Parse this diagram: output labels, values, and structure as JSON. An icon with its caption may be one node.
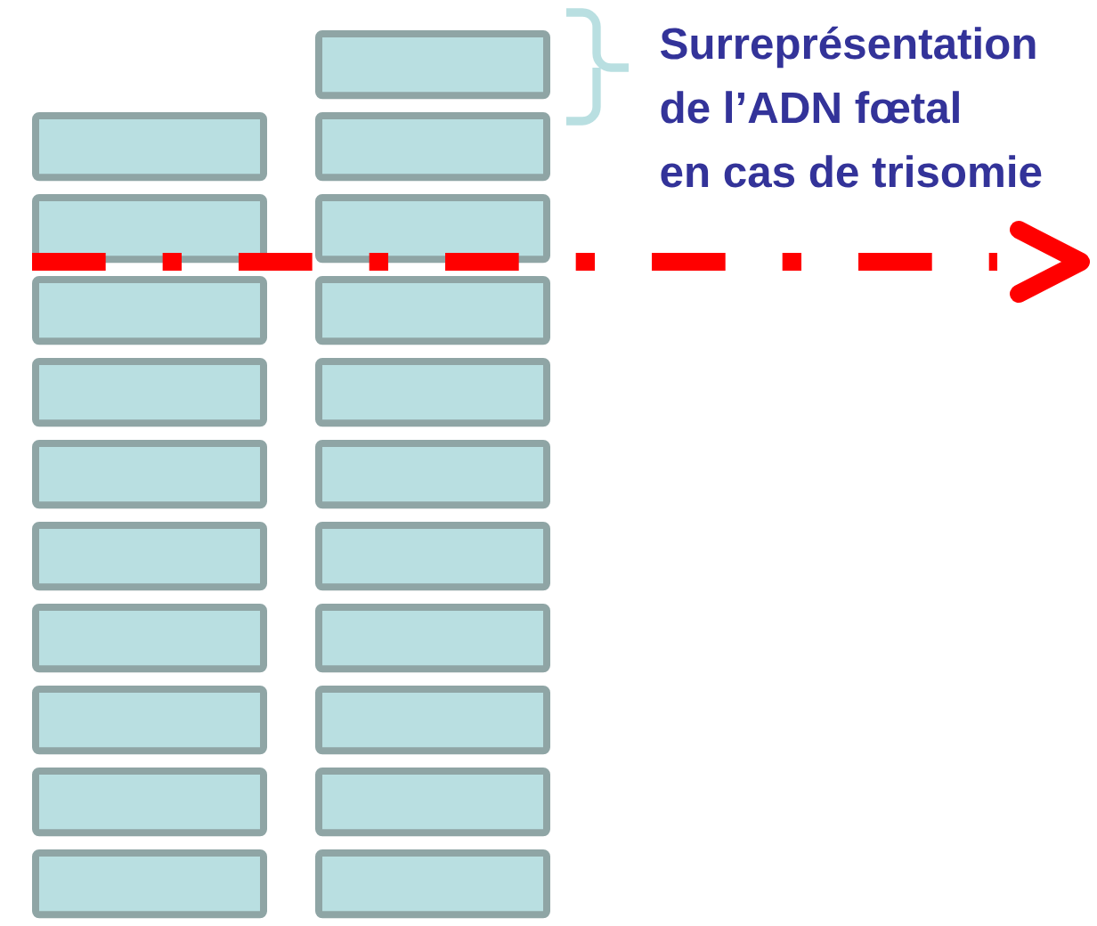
{
  "diagram": {
    "nodes": [
      {
        "text": [],
        "shape": "box"
      },
      {
        "text": [],
        "shape": "box"
      },
      {
        "text": [],
        "shape": "box"
      },
      {
        "text": [],
        "shape": "box"
      },
      {
        "text": [],
        "shape": "box"
      },
      {
        "text": [],
        "shape": "box"
      },
      {
        "text": [],
        "shape": "box"
      },
      {
        "text": [],
        "shape": "box"
      },
      {
        "text": [],
        "shape": "box"
      },
      {
        "text": [],
        "shape": "box"
      },
      {
        "text": [],
        "shape": "box"
      },
      {
        "text": [],
        "shape": "box"
      },
      {
        "text": [],
        "shape": "box"
      },
      {
        "text": [],
        "shape": "box"
      },
      {
        "text": [],
        "shape": "box"
      },
      {
        "text": [],
        "shape": "box"
      },
      {
        "text": [],
        "shape": "box"
      },
      {
        "text": [],
        "shape": "box"
      },
      {
        "text": [],
        "shape": "box"
      },
      {
        "text": [],
        "shape": "box"
      },
      {
        "text": [],
        "shape": "box"
      }
    ],
    "labels": [
      "Surreprésentation",
      "de l’ADN fœtal",
      "en cas de trisomie"
    ]
  }
}
